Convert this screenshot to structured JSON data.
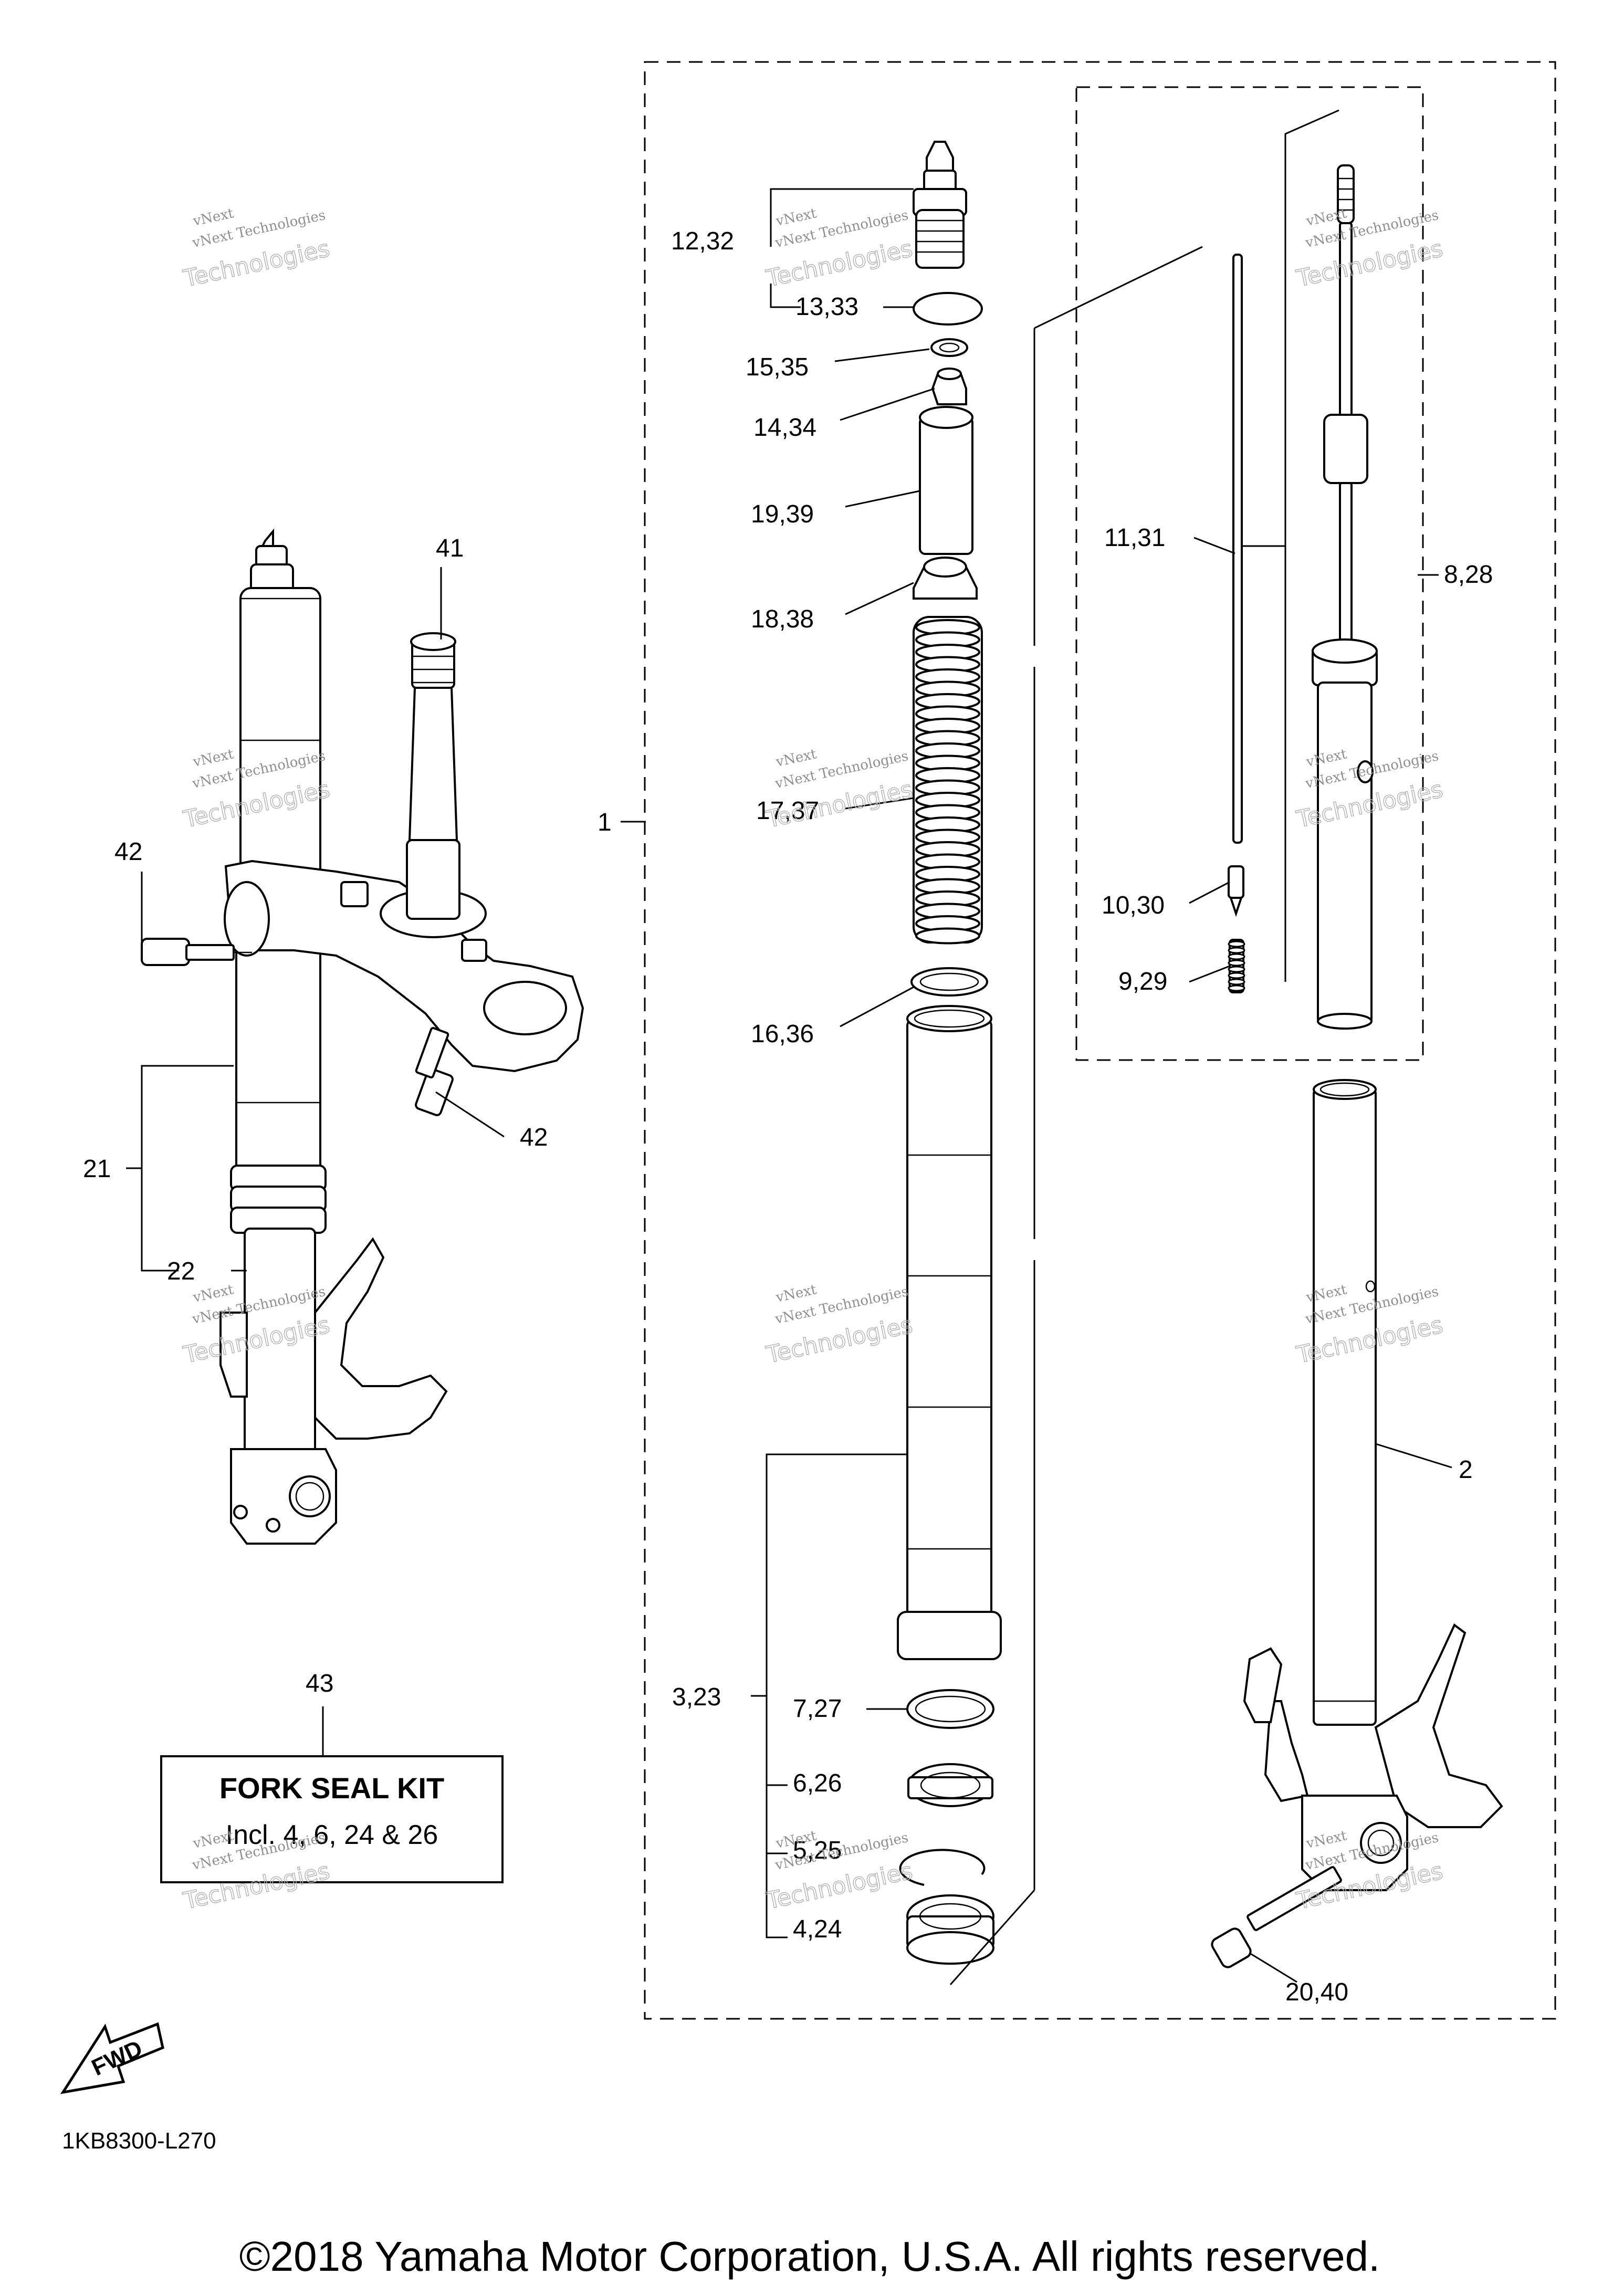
{
  "callouts": {
    "c1": "1",
    "c2": "2",
    "c3_23": "3,23",
    "c4_24": "4,24",
    "c5_25": "5,25",
    "c6_26": "6,26",
    "c7_27": "7,27",
    "c8_28": "8,28",
    "c9_29": "9,29",
    "c10_30": "10,30",
    "c11_31": "11,31",
    "c12_32": "12,32",
    "c13_33": "13,33",
    "c14_34": "14,34",
    "c15_35": "15,35",
    "c16_36": "16,36",
    "c17_37": "17,37",
    "c18_38": "18,38",
    "c19_39": "19,39",
    "c20_40": "20,40",
    "c21": "21",
    "c22": "22",
    "c41": "41",
    "c42a": "42",
    "c42b": "42",
    "c43": "43"
  },
  "kit": {
    "title": "FORK SEAL KIT",
    "body": "Incl. 4, 6, 24 & 26"
  },
  "fwd_badge": "FWD",
  "diagram_code": "1KB8300-L270",
  "copyright": "©2018 Yamaha Motor Corporation, U.S.A. All rights reserved.",
  "watermark": {
    "line1": "vNext",
    "line2": "vNext Technologies",
    "line3": "Technologies"
  }
}
